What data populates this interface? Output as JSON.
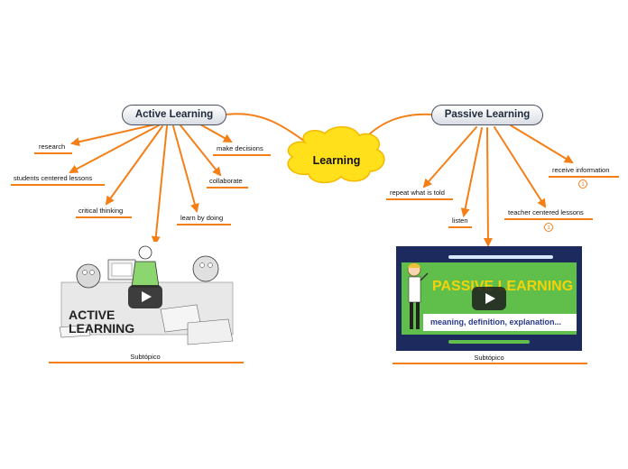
{
  "center": {
    "label": "Learning"
  },
  "active": {
    "title": "Active Learning",
    "items": [
      "research",
      "students centered lessons",
      "critical thinking",
      "learn by doing",
      "collaborate",
      "make decisions"
    ],
    "video": {
      "text_line1": "ACTIVE",
      "text_line2": "LEARNING"
    },
    "caption": "Subtópico"
  },
  "passive": {
    "title": "Passive Learning",
    "items": [
      "repeat what is told",
      "listen",
      "teacher centered lessons",
      "receive information"
    ],
    "item_badges": {
      "teacher centered lessons": "1",
      "receive information": "1"
    },
    "video": {
      "title": "PASSIVE LEARNING",
      "subtitle": "meaning, definition, explanation..."
    },
    "caption": "Subtópico"
  },
  "colors": {
    "branch": "#f57f17",
    "cloud": "#ffe01a",
    "cloud_border": "#f5b800",
    "video_green": "#5fbf4a",
    "video_frame": "#1c2a5e"
  }
}
